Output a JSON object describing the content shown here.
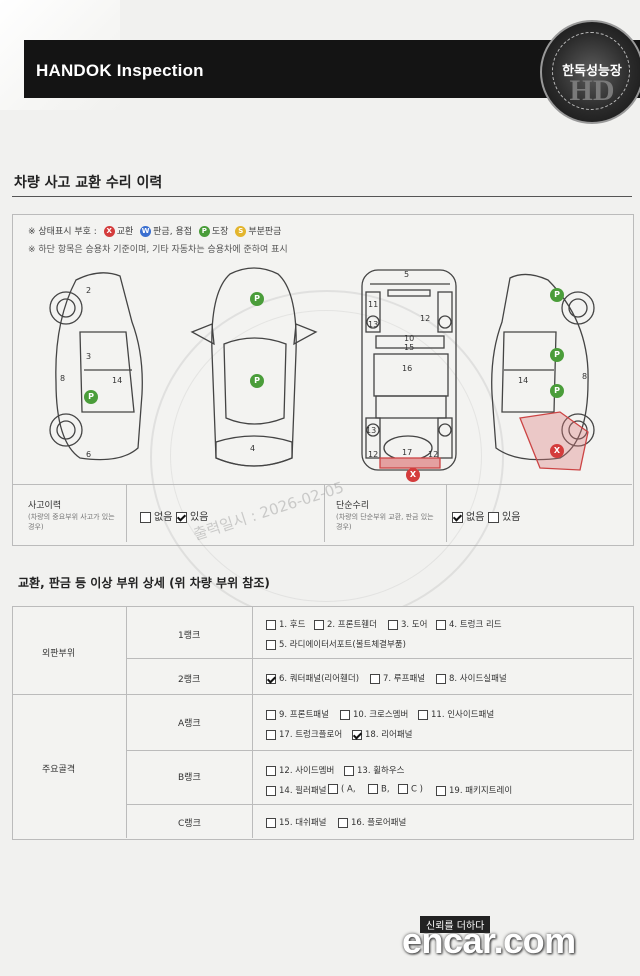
{
  "header": {
    "title": "HANDOK Inspection",
    "logo_text": "한독성능장",
    "logo_initials": "HD"
  },
  "section1": {
    "title": "차량 사고 교환 수리 이력"
  },
  "legend": {
    "prefix": "※ 상태표시 부호 :",
    "items": [
      {
        "symbol": "X",
        "label": "교환",
        "color": "#d43c3c"
      },
      {
        "symbol": "W",
        "label": "판금, 용접",
        "color": "#3a6fd0"
      },
      {
        "symbol": "P",
        "label": "도장",
        "color": "#4a9d3a"
      },
      {
        "symbol": "S",
        "label": "부분판금",
        "color": "#e3b52d"
      }
    ],
    "note": "※ 하단 항목은 승용차 기준이며, 기타 자동차는 승용차에 준하여 표시"
  },
  "diagram": {
    "left_labels": [
      "2",
      "3",
      "8",
      "14",
      "6"
    ],
    "top_labels": [
      "4"
    ],
    "frame_labels": [
      "5",
      "11",
      "12",
      "13",
      "10",
      "15",
      "16",
      "13",
      "12",
      "17",
      "12"
    ],
    "right_labels": [
      "14",
      "8"
    ],
    "markers": [
      "P",
      "P",
      "P",
      "P",
      "P",
      "P",
      "X",
      "X"
    ]
  },
  "history": {
    "accident": {
      "label": "사고이력",
      "sub": "(차량의 중요부위 사고가 있는 경우)",
      "options": [
        {
          "label": "없음",
          "checked": false
        },
        {
          "label": "있음",
          "checked": true
        }
      ]
    },
    "simple": {
      "label": "단순수리",
      "sub": "(차량의 단순부위 교환, 판금 있는 경우)",
      "options": [
        {
          "label": "없음",
          "checked": true
        },
        {
          "label": "있음",
          "checked": false
        }
      ]
    }
  },
  "watermark": "출력일시 : 2026-02-05",
  "section2": {
    "title": "교환, 판금 등 이상 부위 상세 (위 차량 부위 참조)"
  },
  "table": {
    "groups": [
      {
        "name": "외판부위",
        "ranks": [
          {
            "rank": "1랭크",
            "lines": [
              [
                {
                  "label": "1. 후드",
                  "checked": false
                },
                {
                  "label": "2. 프론트휀더",
                  "checked": false
                },
                {
                  "label": "3. 도어",
                  "checked": false
                },
                {
                  "label": "4. 트렁크 리드",
                  "checked": false
                }
              ],
              [
                {
                  "label": "5. 라디에이터서포트(볼트체결부품)",
                  "checked": false
                }
              ]
            ]
          },
          {
            "rank": "2랭크",
            "lines": [
              [
                {
                  "label": "6. 쿼터패널(리어휀더)",
                  "checked": true
                },
                {
                  "label": "7. 루프패널",
                  "checked": false
                },
                {
                  "label": "8. 사이드실패널",
                  "checked": false
                }
              ]
            ]
          }
        ]
      },
      {
        "name": "주요골격",
        "ranks": [
          {
            "rank": "A랭크",
            "lines": [
              [
                {
                  "label": "9. 프론트패널",
                  "checked": false
                },
                {
                  "label": "10. 크로스멤버",
                  "checked": false
                },
                {
                  "label": "11. 인사이드패널",
                  "checked": false
                }
              ],
              [
                {
                  "label": "17. 트렁크플로어",
                  "checked": false
                },
                {
                  "label": "18. 리어패널",
                  "checked": true
                }
              ]
            ]
          },
          {
            "rank": "B랭크",
            "lines": [
              [
                {
                  "label": "12. 사이드멤버",
                  "checked": false
                },
                {
                  "label": "13. 휠하우스",
                  "checked": false
                }
              ],
              [
                {
                  "label": "14. 필러패널",
                  "checked": false
                },
                {
                  "label": "( A,",
                  "checked": false
                },
                {
                  "label": "B,",
                  "checked": false
                },
                {
                  "label": "C )",
                  "checked": false
                },
                {
                  "label": "19. 패키지트레이",
                  "checked": false
                }
              ]
            ]
          },
          {
            "rank": "C랭크",
            "lines": [
              [
                {
                  "label": "15. 대쉬패널",
                  "checked": false
                },
                {
                  "label": "16. 플로어패널",
                  "checked": false
                }
              ]
            ]
          }
        ]
      }
    ]
  },
  "footer": {
    "tagline": "신뢰를 더하다",
    "brand": "encar.com"
  }
}
